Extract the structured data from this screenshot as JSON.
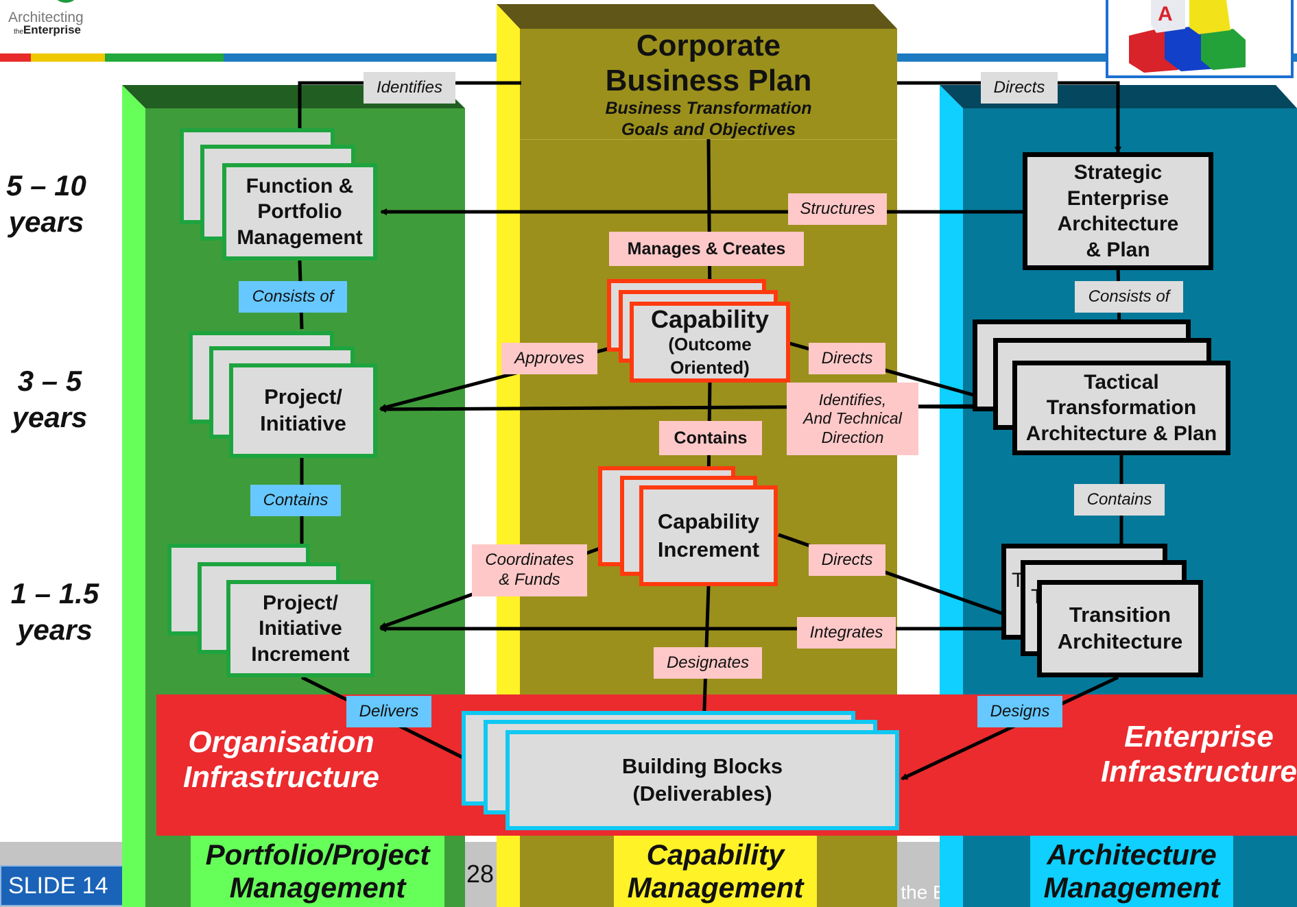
{
  "logo": {
    "line1": "Architecting",
    "line2_small": "the",
    "line2": "Enterprise"
  },
  "slide": {
    "label": "SLIDE 14",
    "page_number": "28",
    "footer_fragment": "g the E"
  },
  "columns": {
    "left_footer": "Portfolio/Project\nManagement",
    "middle_footer": "Capability\nManagement",
    "right_footer": "Architecture\nManagement"
  },
  "header": {
    "title": "Corporate\nBusiness Plan",
    "subtitle": "Business Transformation\nGoals and Objectives"
  },
  "time_horizons": [
    "5 – 10\nyears",
    "3 – 5\nyears",
    "1 – 1.5\nyears"
  ],
  "boxes": {
    "function_portfolio": "Function &\nPortfolio\nManagement",
    "project_initiative": "Project/\nInitiative",
    "project_increment": "Project/\nInitiative\nIncrement",
    "capability_title": "Capability",
    "capability_sub": "(Outcome\nOriented)",
    "capability_increment": "Capability\nIncrement",
    "strategic_ea": "Strategic\nEnterprise\nArchitecture\n& Plan",
    "tactical": "Tactical\nTransformation\nArchitecture & Plan",
    "transition": "Transition\nArchitecture",
    "building_blocks": "Building Blocks\n(Deliverables)",
    "tactical_peek": "T",
    "transition_peek": "T"
  },
  "infrastructure": {
    "left": "Organisation\nInfrastructure",
    "right": "Enterprise\nInfrastructure"
  },
  "relations": {
    "identifies": "Identifies",
    "directs_top": "Directs",
    "structures": "Structures",
    "manages_creates": "Manages & Creates",
    "consists_of_left": "Consists of",
    "consists_of_right": "Consists of",
    "approves": "Approves",
    "directs_capability": "Directs",
    "identifies_technical": "Identifies,\nAnd Technical\nDirection",
    "contains_middle": "Contains",
    "contains_left": "Contains",
    "contains_right": "Contains",
    "coordinates_funds": "Coordinates\n& Funds",
    "directs_increment": "Directs",
    "integrates": "Integrates",
    "designates": "Designates",
    "delivers": "Delivers",
    "designs": "Designs"
  },
  "colors": {
    "left_column": "#3f9c3a",
    "left_column_side": "#66ff5a",
    "middle_column": "#9b901c",
    "middle_column_side": "#fff227",
    "right_column": "#05799a",
    "right_column_side": "#0fd0ff",
    "infra_band": "#eb2b2e",
    "pink_label": "#ffc8c8",
    "blue_label": "#66c8ff"
  }
}
